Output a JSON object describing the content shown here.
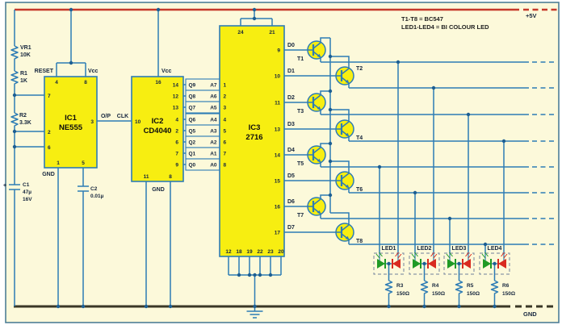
{
  "annotations": {
    "line1": "T1-T8 = BC547",
    "line2": "LED1-LED4 = BI COLOUR LED"
  },
  "rails": {
    "vcc": "+5V",
    "gnd": "GND"
  },
  "resistors_left": [
    {
      "name": "VR1",
      "value": "10K"
    },
    {
      "name": "R1",
      "value": "1K"
    },
    {
      "name": "R2",
      "value": "3.3K"
    }
  ],
  "capacitors": [
    {
      "name": "C1",
      "value": "47µ",
      "rating": "16V",
      "polarity": "+"
    },
    {
      "name": "C2",
      "value": "0.01µ"
    }
  ],
  "ic1": {
    "name": "IC1",
    "part": "NE555",
    "labels": {
      "reset": "RESET",
      "vcc": "Vcc",
      "gnd": "GND",
      "output": "O/P",
      "clock": "CLK"
    },
    "pins": {
      "top": [
        "4",
        "8"
      ],
      "left": [
        "7",
        "2",
        "6"
      ],
      "right": [
        "3"
      ],
      "bottom": [
        "1",
        "5"
      ]
    }
  },
  "ic2": {
    "name": "IC2",
    "part": "CD4040",
    "labels": {
      "vcc": "Vcc",
      "gnd": "GND"
    },
    "pins": {
      "top": [
        "16"
      ],
      "left": [
        "10"
      ],
      "right": [
        "14",
        "12",
        "13",
        "4",
        "2",
        "6",
        "7",
        "9"
      ],
      "bottom": [
        "11",
        "8"
      ]
    }
  },
  "address_bus": [
    [
      "Q9",
      "A7"
    ],
    [
      "Q8",
      "A6"
    ],
    [
      "Q7",
      "A5"
    ],
    [
      "Q6",
      "A4"
    ],
    [
      "Q5",
      "A3"
    ],
    [
      "Q2",
      "A2"
    ],
    [
      "Q1",
      "A1"
    ],
    [
      "Q0",
      "A0"
    ]
  ],
  "ic3": {
    "name": "IC3",
    "part": "2716",
    "pins": {
      "top": [
        "24",
        "21"
      ],
      "left": [
        "1",
        "2",
        "3",
        "4",
        "5",
        "6",
        "7",
        "8"
      ],
      "right": [
        "9",
        "10",
        "11",
        "13",
        "14",
        "15",
        "16",
        "17"
      ],
      "bottom": [
        "12",
        "18",
        "19",
        "22",
        "23",
        "20"
      ]
    }
  },
  "data_outputs": [
    "D0",
    "D1",
    "D2",
    "D3",
    "D4",
    "D5",
    "D6",
    "D7"
  ],
  "transistors": [
    "T1",
    "T2",
    "T3",
    "T4",
    "T5",
    "T6",
    "T7",
    "T8"
  ],
  "led_units": [
    {
      "name": "LED1",
      "resistor": "R3",
      "value": "150Ω"
    },
    {
      "name": "LED2",
      "resistor": "R4",
      "value": "150Ω"
    },
    {
      "name": "LED3",
      "resistor": "R5",
      "value": "150Ω"
    },
    {
      "name": "LED4",
      "resistor": "R6",
      "value": "150Ω"
    }
  ],
  "colors": {
    "background": "#fcf9da",
    "wire": "#2d7cb5",
    "rail_red": "#c5392a",
    "ground_black": "#3a3826",
    "ic_fill": "#f7ee11",
    "led_green": "#1f9a25",
    "led_red": "#d92b1f",
    "border": "#4e7e96"
  }
}
